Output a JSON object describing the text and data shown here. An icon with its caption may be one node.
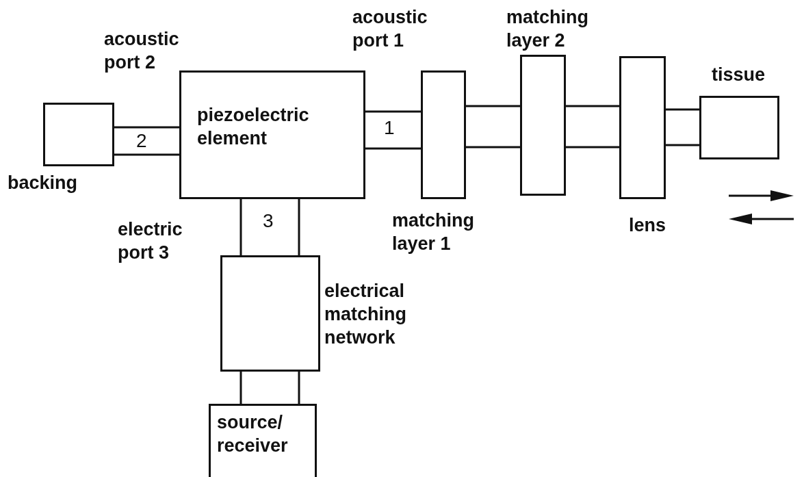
{
  "diagram": {
    "nodes": [
      {
        "text": [
          "backing"
        ]
      },
      {
        "text": [
          "piezoelectric element"
        ]
      },
      {
        "text": [
          "matching layer 1"
        ]
      },
      {
        "text": [
          "matching layer 2"
        ]
      },
      {
        "text": [
          "lens"
        ]
      },
      {
        "text": [
          "tissue"
        ]
      },
      {
        "text": [
          "electrical matching network"
        ]
      },
      {
        "text": [
          "source/ receiver"
        ]
      }
    ],
    "edges": [
      {
        "from": 0,
        "to": 1,
        "arrow": "none"
      },
      {
        "from": 0,
        "to": 1,
        "arrow": "none"
      },
      {
        "from": 1,
        "to": 2,
        "arrow": "none"
      },
      {
        "from": 1,
        "to": 2,
        "arrow": "none"
      },
      {
        "from": 2,
        "to": 3,
        "arrow": "none"
      },
      {
        "from": 2,
        "to": 3,
        "arrow": "none"
      },
      {
        "from": 3,
        "to": 4,
        "arrow": "none"
      },
      {
        "from": 3,
        "to": 4,
        "arrow": "none"
      },
      {
        "from": 4,
        "to": 5,
        "arrow": "none"
      },
      {
        "from": 4,
        "to": 5,
        "arrow": "none"
      },
      {
        "from": 1,
        "to": 6,
        "arrow": "none"
      },
      {
        "from": 1,
        "to": 6,
        "arrow": "none"
      },
      {
        "from": 6,
        "to": 7,
        "arrow": "none"
      },
      {
        "from": 6,
        "to": 7,
        "arrow": "none"
      }
    ],
    "labels": [
      "acoustic port 1",
      "acoustic port 2",
      "2",
      "1",
      "electric port 3",
      "3"
    ]
  }
}
